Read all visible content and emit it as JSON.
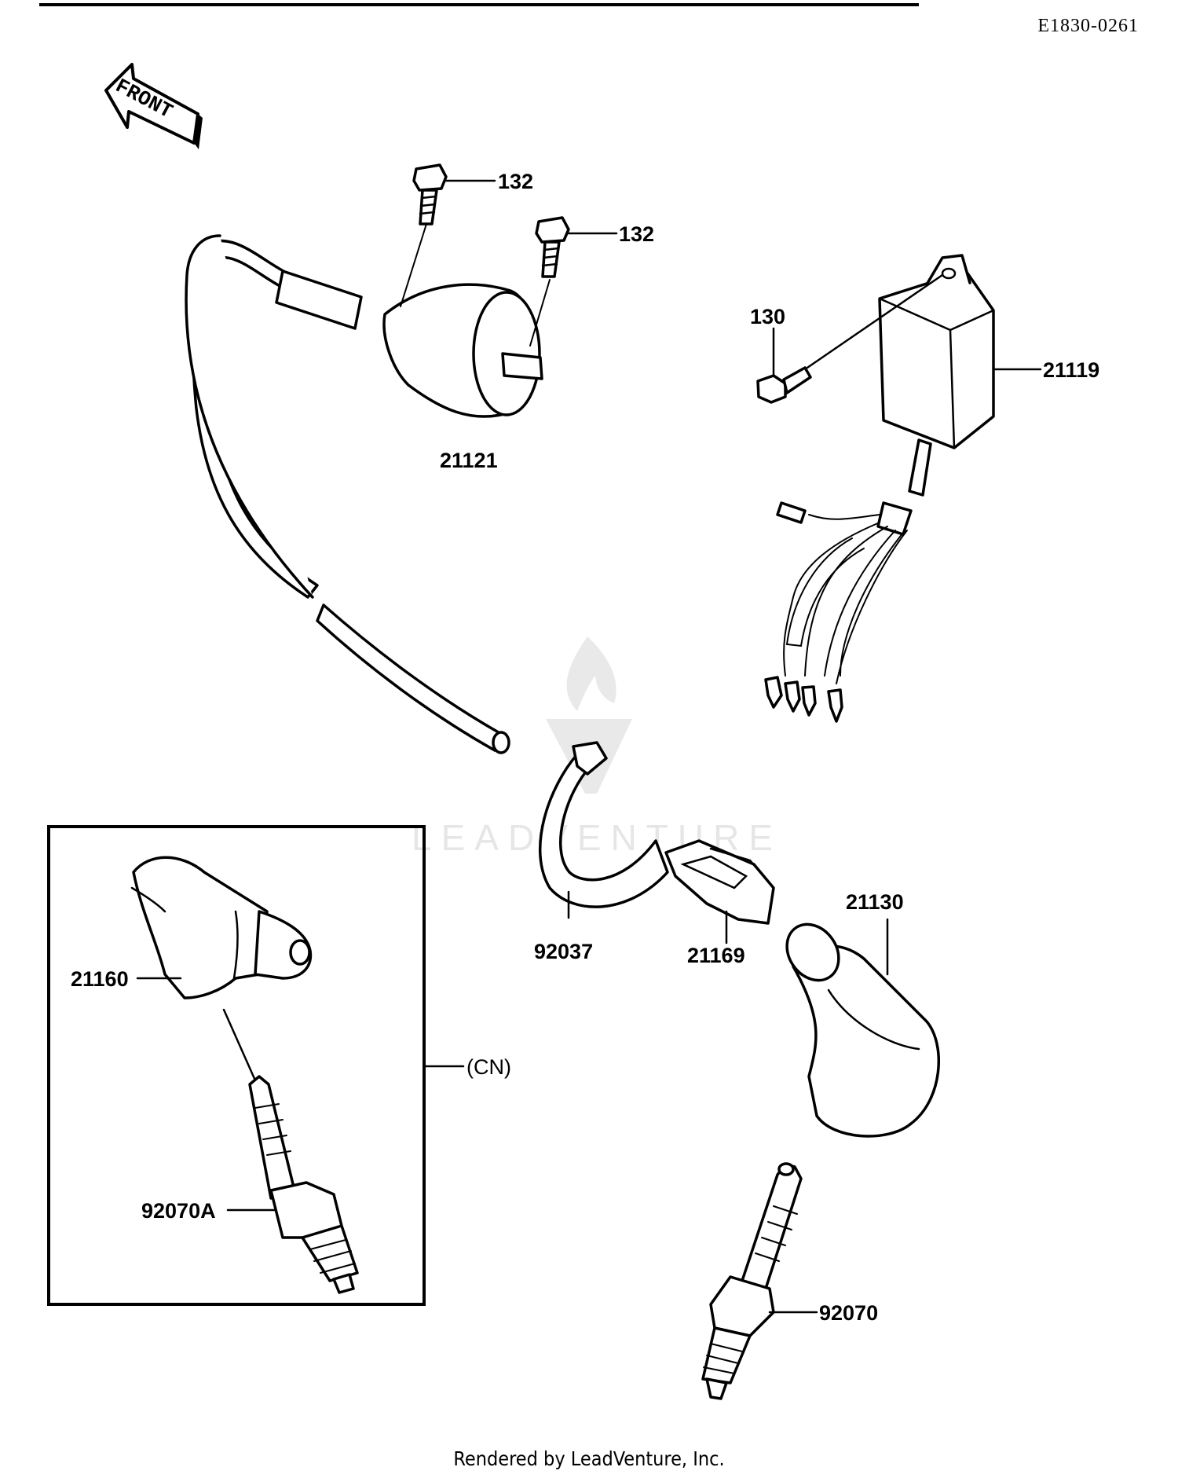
{
  "drawing_code": "E1830-0261",
  "front_label": "FRONT",
  "watermark": "LEADVENTURE",
  "footer": "Rendered by LeadVenture, Inc.",
  "callouts": {
    "bolt_a": "132",
    "bolt_b": "132",
    "ignition_coil": "21121",
    "bolt_cdi": "130",
    "cdi_unit": "21119",
    "band": "92037",
    "clamp": "21169",
    "plug_cap": "21130",
    "spark_plug": "92070",
    "plug_cap_cn": "21160",
    "spark_plug_cn": "92070A",
    "cn_group": "(CN)"
  }
}
